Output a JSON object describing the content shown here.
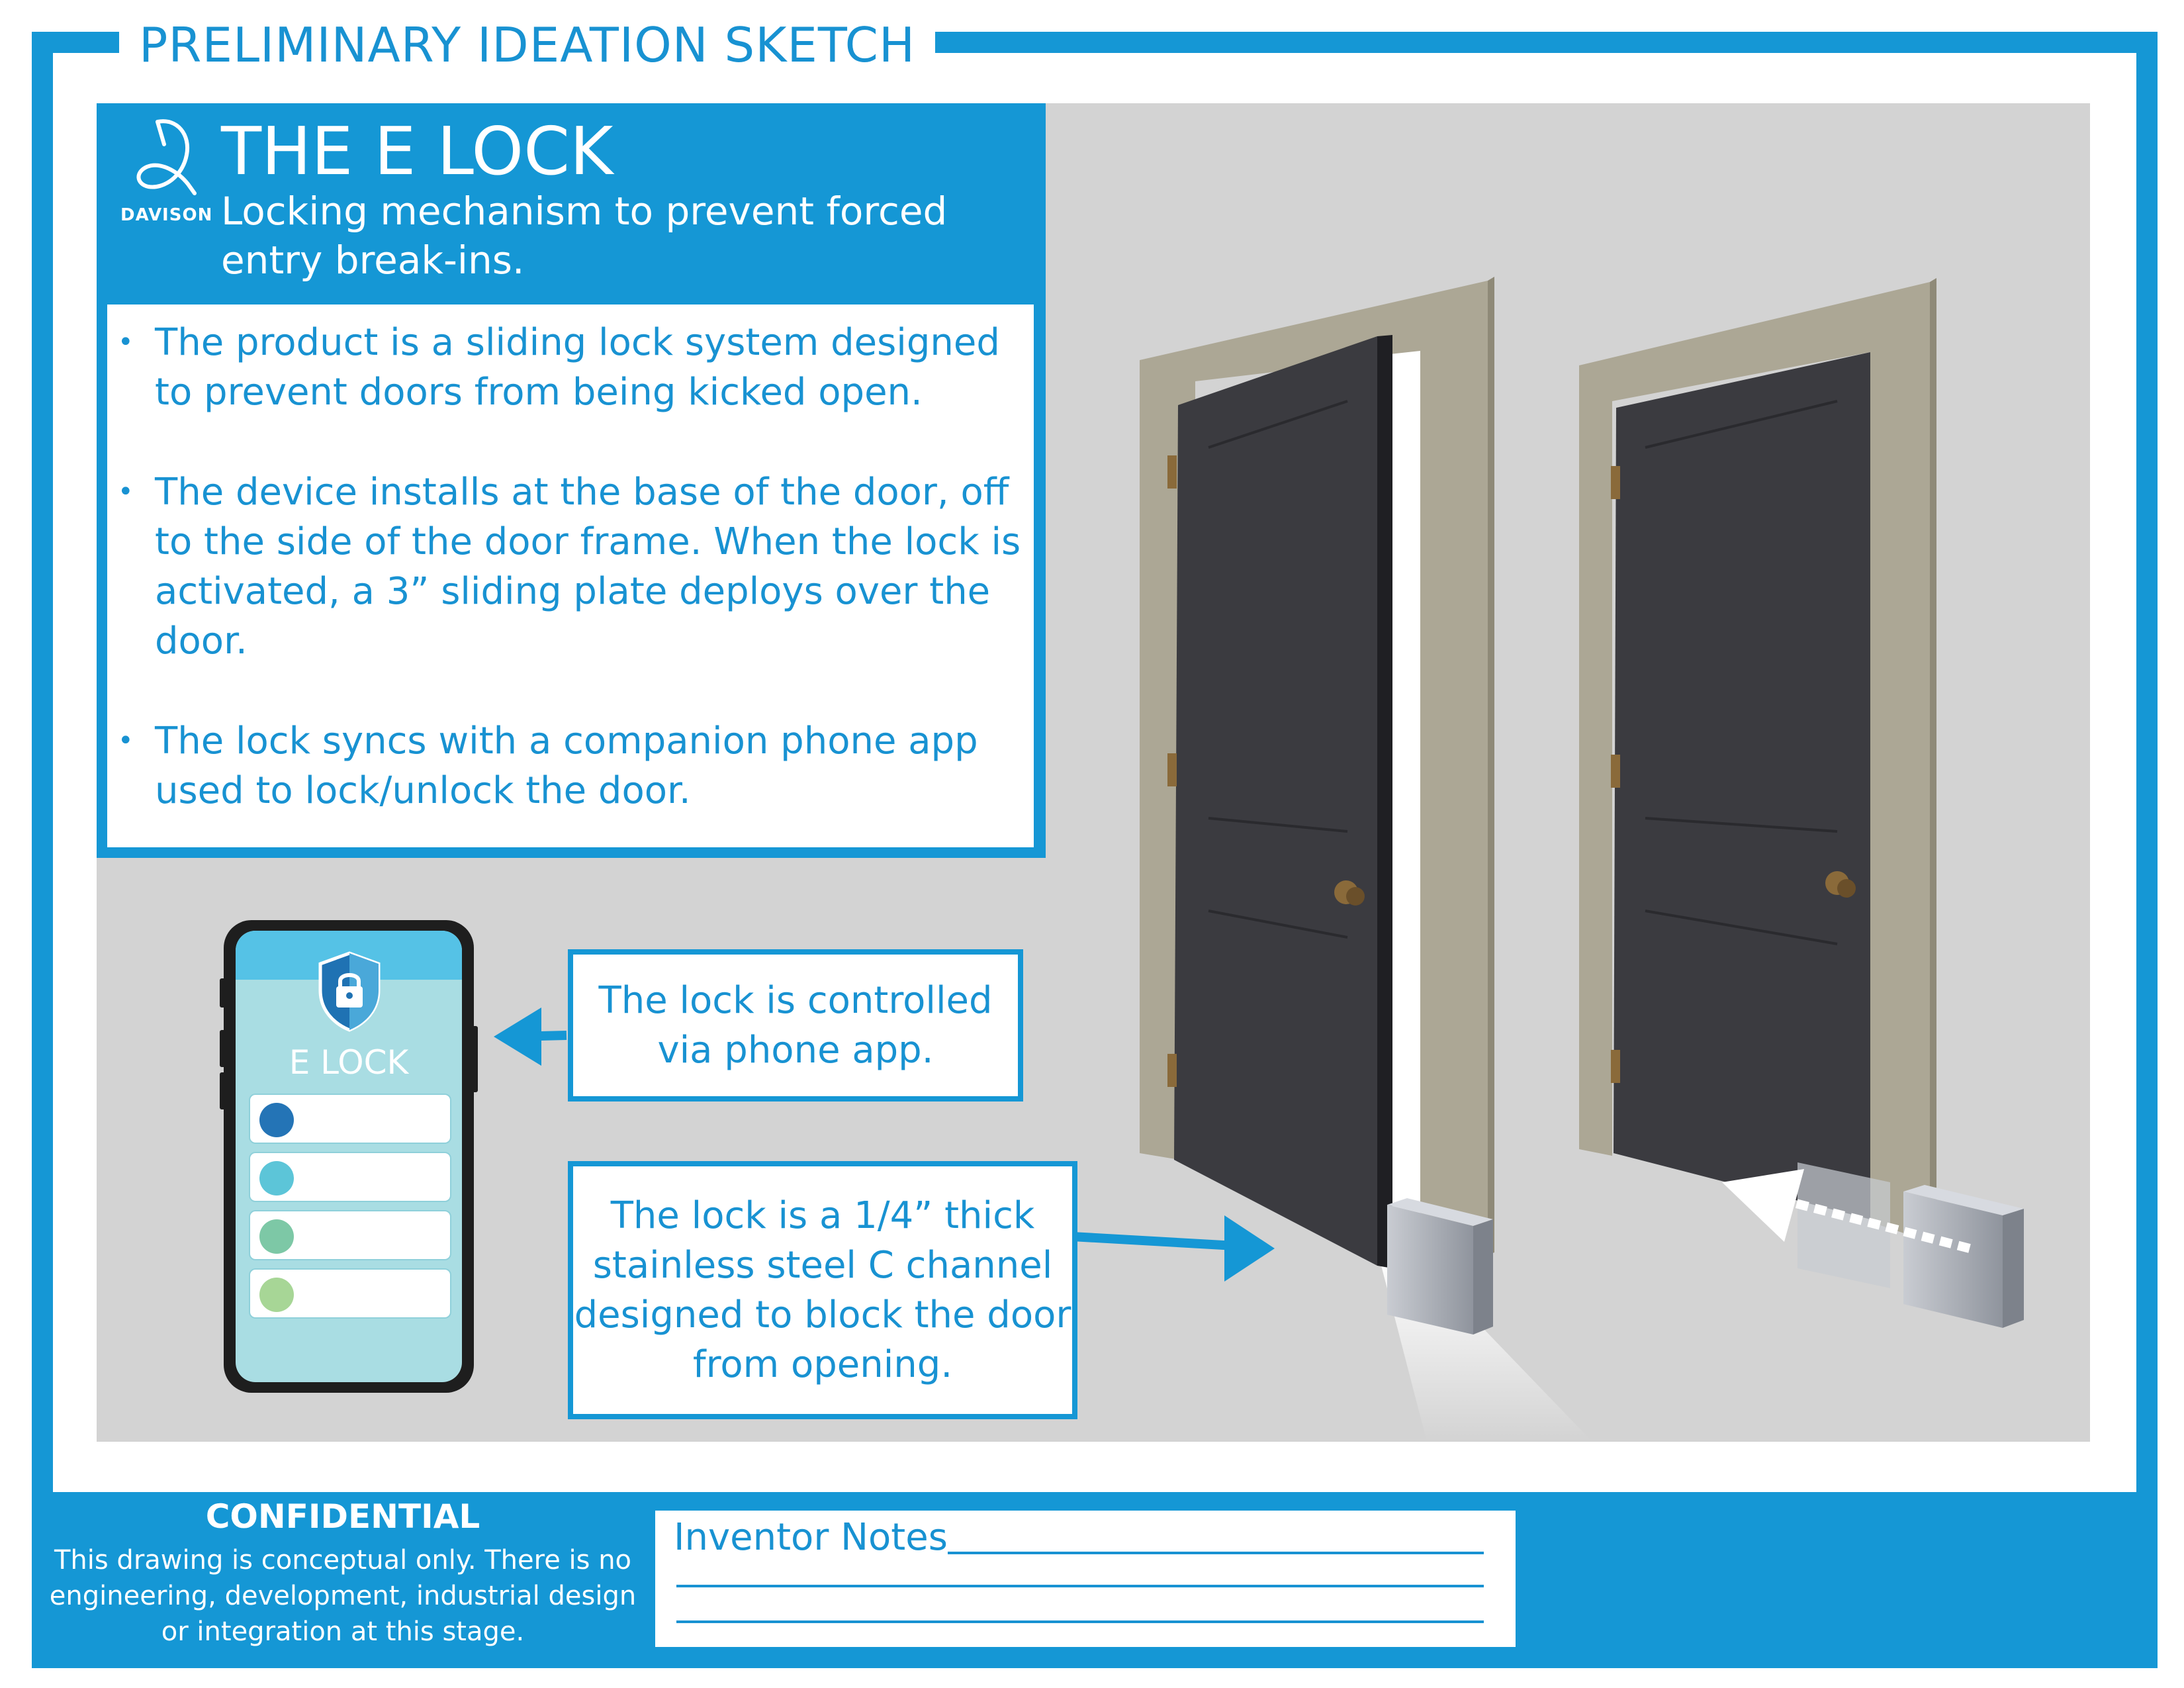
{
  "header": {
    "sheet_title": "PRELIMINARY IDEATION SKETCH",
    "brand": "DAVISON",
    "product_title": "THE E LOCK",
    "product_subtitle": "Locking mechanism to prevent forced entry break-ins."
  },
  "bullets": [
    "The product is a sliding lock system designed to prevent doors from being kicked open.",
    "The device installs at the base of the door, off to the side of the door frame. When the lock is activated, a 3” sliding plate deploys over the door.",
    "The lock syncs with a companion phone app used to lock/unlock the door."
  ],
  "bullet_marker": "•",
  "phone": {
    "app_name": "E LOCK",
    "row_colors": [
      "#2474b6",
      "#5cc5d8",
      "#7dc8a6",
      "#a7d696"
    ]
  },
  "callouts": {
    "app_control": "The lock is controlled via phone app.",
    "channel": "The lock is a 1/4” thick stainless steel C channel designed to block the door from opening."
  },
  "footer": {
    "confidential_title": "CONFIDENTIAL",
    "confidential_text": "This drawing is conceptual only. There is no engineering, development, industrial design or integration at this stage.",
    "notes_label": "Inventor Notes"
  },
  "colors": {
    "brand_blue": "#1597d5",
    "background_gray": "#d3d3d3",
    "door": "#3b3b40",
    "frame": "#aca795",
    "steel": "#a9adb5"
  }
}
